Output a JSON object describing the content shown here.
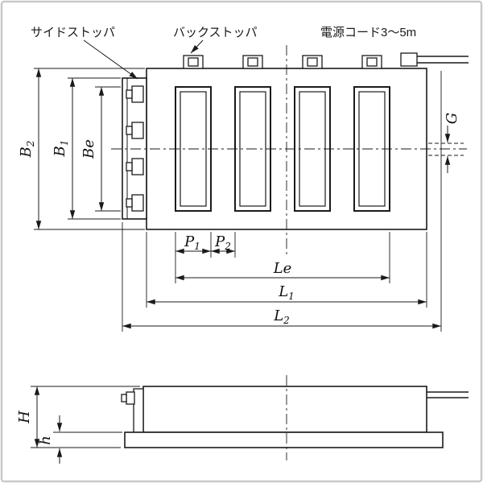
{
  "callouts": {
    "side_stopper": "サイドストッパ",
    "back_stopper": "バックストッパ",
    "power_cord": "電源コード3〜5m"
  },
  "dimensions": {
    "B2": {
      "base": "B",
      "sub": "2"
    },
    "B1": {
      "base": "B",
      "sub": "1"
    },
    "Be": "Be",
    "G": "G",
    "P1": {
      "base": "P",
      "sub": "1"
    },
    "P2": {
      "base": "P",
      "sub": "2"
    },
    "Le": "Le",
    "L1": {
      "base": "L",
      "sub": "1"
    },
    "L2": {
      "base": "L",
      "sub": "2"
    },
    "H": "H",
    "h": "h"
  },
  "colors": {
    "line": "#1a1a1a",
    "frame": "#c9c9c9",
    "background": "#ffffff"
  }
}
